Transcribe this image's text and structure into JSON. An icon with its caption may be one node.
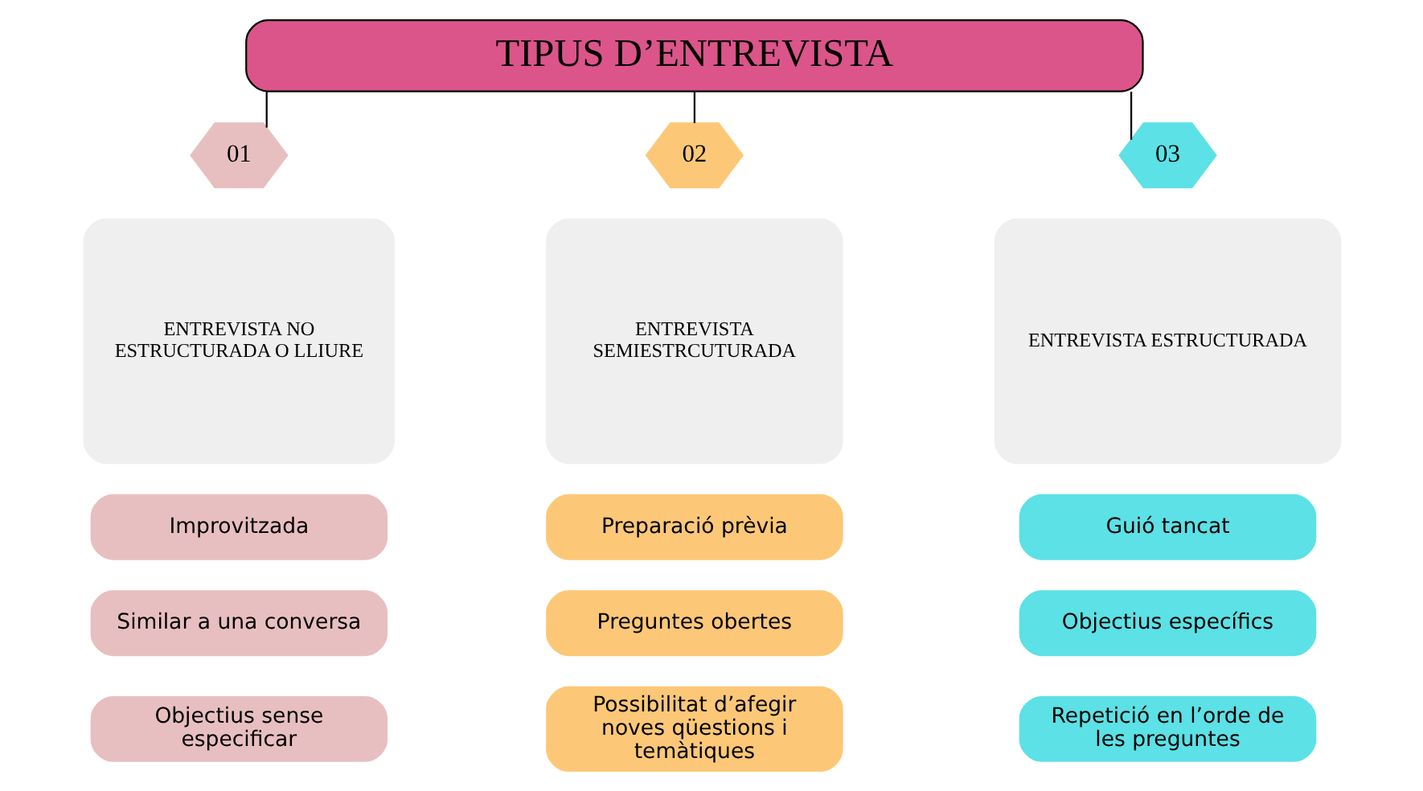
{
  "diagram": {
    "nodes": [
      {
        "text": [
          "TIPUS D’ENTREVISTA"
        ]
      },
      {
        "text": [
          "01"
        ]
      },
      {
        "text": [
          "02"
        ]
      },
      {
        "text": [
          "03"
        ]
      },
      {
        "text": [
          "ENTREVISTA NO ESTRUCTURADA O LLIURE"
        ]
      },
      {
        "text": [
          "ENTREVISTA SEMIESTRCUTURADA"
        ]
      },
      {
        "text": [
          "ENTREVISTA ESTRUCTURADA"
        ]
      },
      {
        "text": [
          "Improvitzada"
        ]
      },
      {
        "text": [
          "Similar a una conversa"
        ]
      },
      {
        "text": [
          "Objectius sense especificar"
        ]
      },
      {
        "text": [
          "Preparació prèvia"
        ]
      },
      {
        "text": [
          "Preguntes obertes"
        ]
      },
      {
        "text": [
          "Possibilitat d’afegir noves qüestions i temàtiques"
        ]
      },
      {
        "text": [
          "Guió tancat"
        ]
      },
      {
        "text": [
          "Objectius específics"
        ]
      },
      {
        "text": [
          "Repetició en l’orde de les preguntes"
        ]
      }
    ],
    "edges": [
      {
        "from": 0,
        "to": 1,
        "arrow": "none"
      },
      {
        "from": 0,
        "to": 2,
        "arrow": "none"
      },
      {
        "from": 0,
        "to": 3,
        "arrow": "none"
      }
    ]
  }
}
